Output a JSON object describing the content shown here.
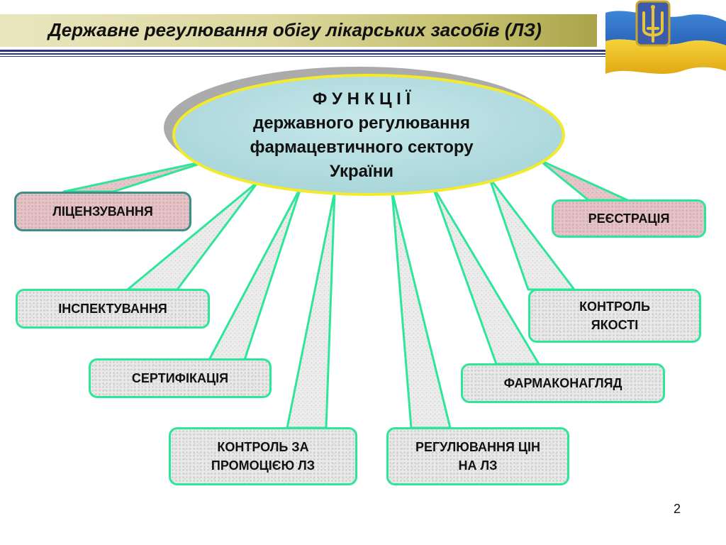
{
  "slide": {
    "title": "Державне  регулювання обігу лікарських засобів (ЛЗ)",
    "page_number": "2"
  },
  "center": {
    "line1": "Ф У Н К Ц І Ї",
    "line2": "державного регулювання",
    "line3": "фармацевтичного  сектору",
    "line4": "України"
  },
  "functions": {
    "licensing": "ЛІЦЕНЗУВАННЯ",
    "registration": "РЕЄСТРАЦІЯ",
    "inspection": "ІНСПЕКТУВАННЯ",
    "quality_control": "КОНТРОЛЬ ЯКОСТІ",
    "certification": "СЕРТИФІКАЦІЯ",
    "pharmacovigilance": "ФАРМАКОНАГЛЯД",
    "promotion_control": "КОНТРОЛЬ ЗА ПРОМОЦІЄЮ ЛЗ",
    "price_regulation": "РЕГУЛЮВАННЯ ЦІН НА ЛЗ"
  },
  "colors": {
    "connector_border": "#2ee69a",
    "center_fill": "#b4dde0",
    "center_border": "#f2ea2a",
    "rule": "#2c3488",
    "pink_box": "#e5c3c6",
    "gray_box": "#e9e9e9"
  },
  "icons": {
    "flag": "ukraine-flag-trident-icon"
  }
}
